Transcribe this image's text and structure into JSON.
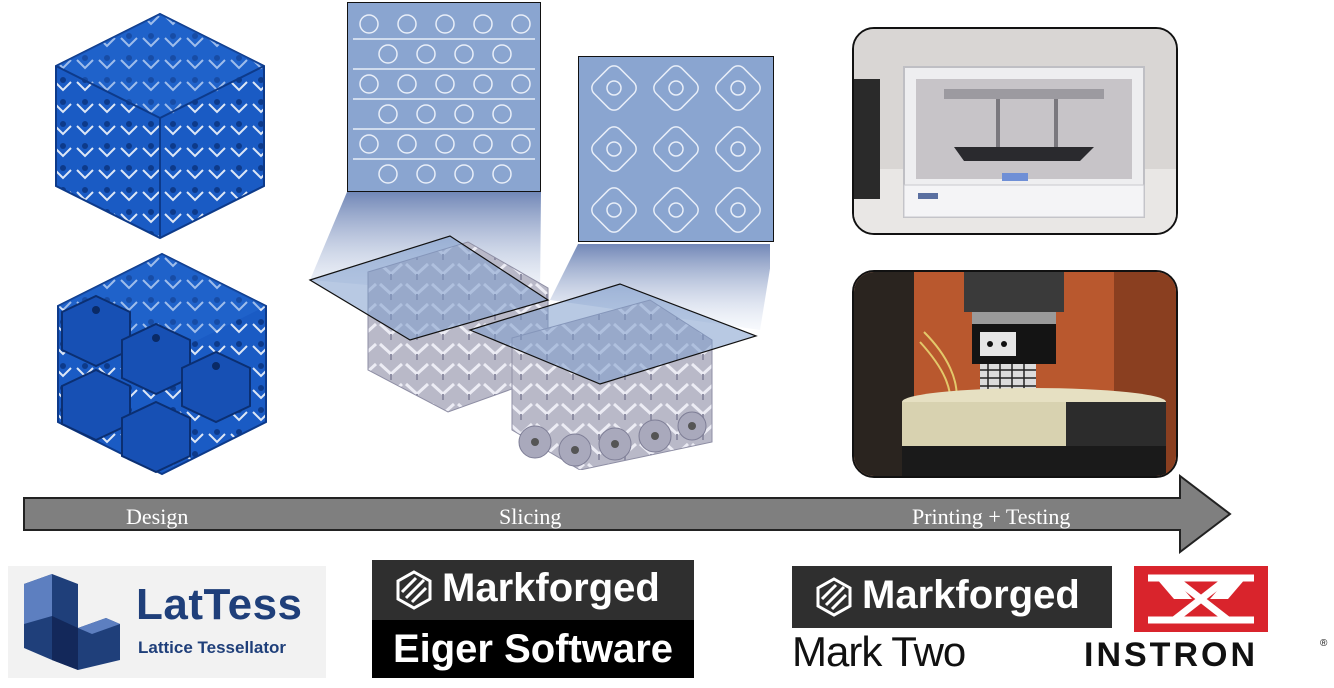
{
  "stages": {
    "design_label": "Design",
    "slicing_label": "Slicing",
    "printing_label": "Printing + Testing"
  },
  "logos": {
    "lattess_name": "LatTess",
    "lattess_subtitle": "Lattice Tessellator",
    "markforged_slicing": "Markforged",
    "eiger": "Eiger Software",
    "markforged_printing": "Markforged",
    "mark_two": "Mark Two",
    "instron": "INSTRON",
    "instron_reg": "®"
  },
  "colors": {
    "lattice_blue": "#1a5bc4",
    "arrow_gray": "#7f7f7f",
    "slice_blue": "#7d9ccc",
    "lattess_navy": "#1f3f7a",
    "instron_red": "#d9242c"
  }
}
